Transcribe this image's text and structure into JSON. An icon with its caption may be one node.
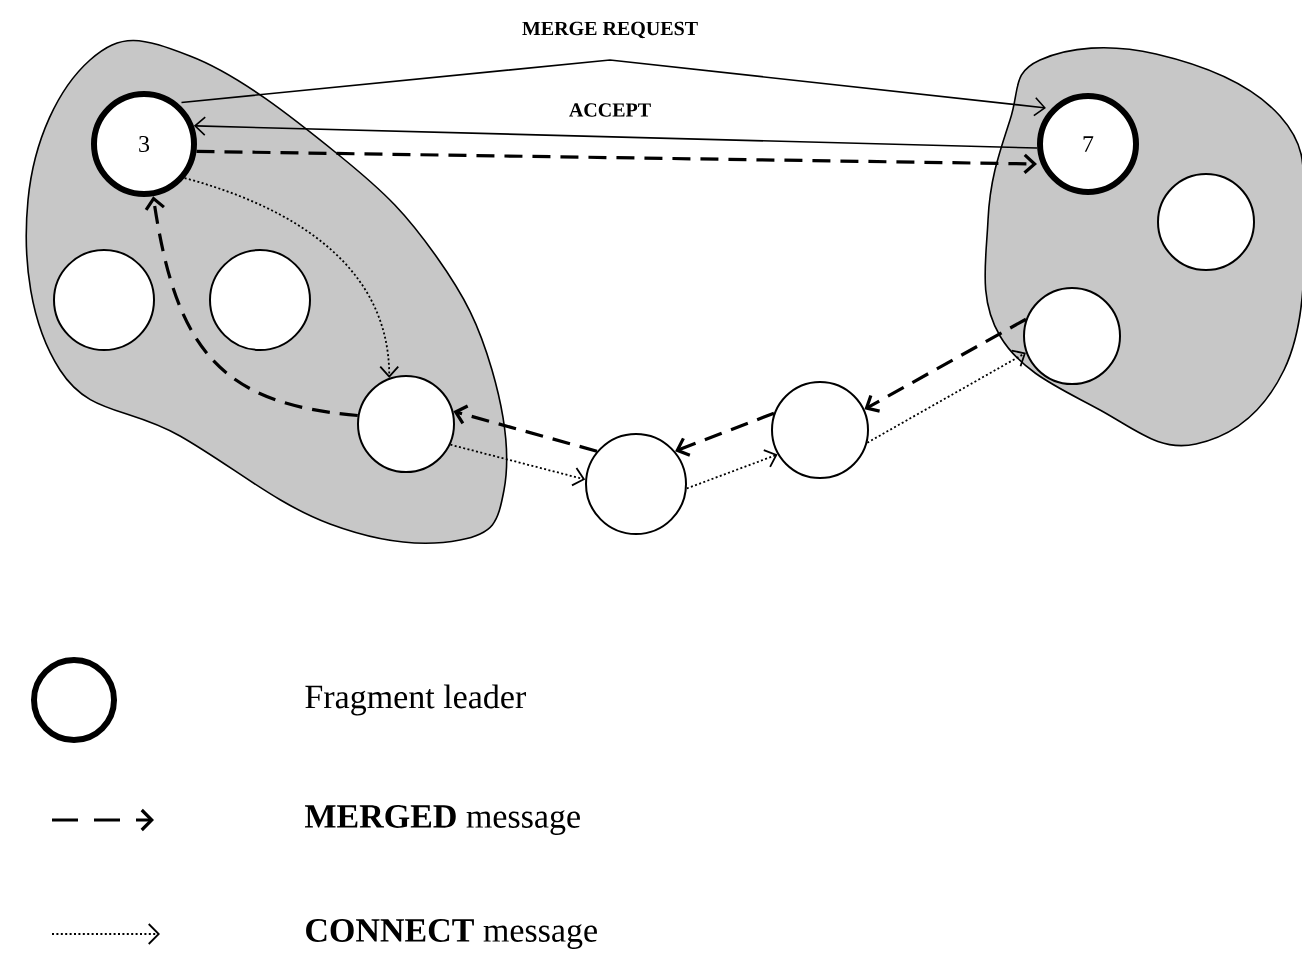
{
  "diagram": {
    "nodes": [
      {
        "text": [],
        "shape": "blob"
      },
      {
        "text": [
          "3"
        ],
        "in": 0
      },
      {
        "text": [],
        "shape": "circle",
        "in": 0
      },
      {
        "text": [],
        "shape": "circle",
        "in": 0
      },
      {
        "text": [],
        "shape": "circle",
        "in": 0
      },
      {
        "text": [],
        "shape": "blob"
      },
      {
        "text": [
          "7"
        ],
        "in": 5
      },
      {
        "text": [],
        "shape": "circle",
        "in": 5
      },
      {
        "text": [],
        "shape": "circle",
        "in": 5
      },
      {
        "text": [],
        "shape": "circle"
      },
      {
        "text": [],
        "shape": "circle"
      }
    ],
    "edges": [
      {
        "from": 1,
        "to": 6,
        "arrow": "to",
        "label": "MERGE REQUEST"
      },
      {
        "from": 6,
        "to": 1,
        "arrow": "to",
        "label": "ACCEPT"
      },
      {
        "from": 1,
        "to": 6,
        "arrow": "to",
        "style": "dashed"
      },
      {
        "from": 1,
        "to": 4,
        "arrow": "to",
        "style": "dashed"
      },
      {
        "from": 4,
        "to": 1,
        "arrow": "to",
        "style": "dashed"
      },
      {
        "from": 4,
        "to": 9,
        "arrow": "to",
        "style": "dashed"
      },
      {
        "from": 9,
        "to": 4,
        "arrow": "to",
        "style": "dashed"
      },
      {
        "from": 9,
        "to": 10,
        "arrow": "to",
        "style": "dashed"
      },
      {
        "from": 10,
        "to": 9,
        "arrow": "to",
        "style": "dashed"
      },
      {
        "from": 10,
        "to": 8,
        "arrow": "to",
        "style": "dashed"
      },
      {
        "from": 8,
        "to": 10,
        "arrow": "to",
        "style": "dashed"
      }
    ],
    "legend": [
      {
        "text": "Fragment leader"
      },
      {
        "text": "**MERGED** message"
      },
      {
        "text": "**CONNECT** message"
      }
    ]
  }
}
